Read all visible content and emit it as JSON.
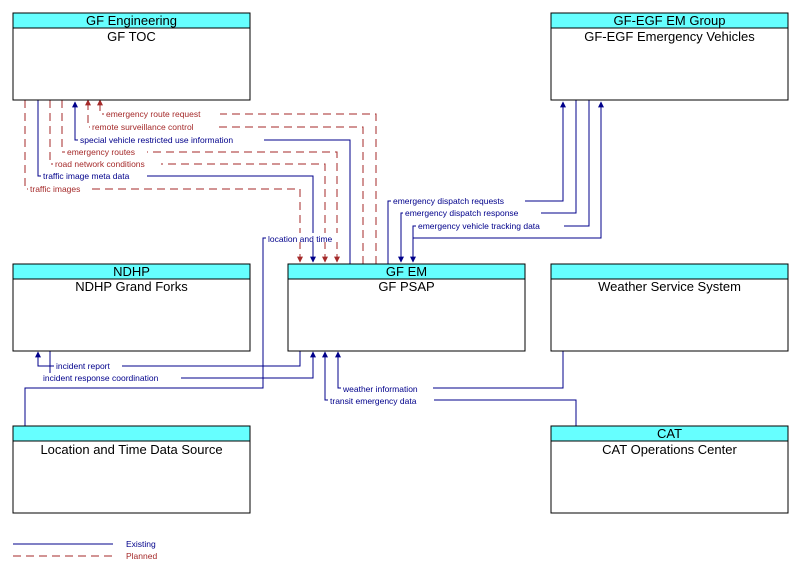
{
  "boxes": {
    "gf_toc": {
      "header": "GF Engineering",
      "name": "GF TOC"
    },
    "gf_egf": {
      "header": "GF-EGF EM Group",
      "name": "GF-EGF Emergency Vehicles"
    },
    "ndhp": {
      "header": "NDHP",
      "name": "NDHP Grand Forks"
    },
    "gf_psap": {
      "header": "GF EM",
      "name": "GF PSAP"
    },
    "weather": {
      "header": "",
      "name": "Weather Service System"
    },
    "location": {
      "header": "",
      "name": "Location and Time Data Source"
    },
    "cat": {
      "header": "CAT",
      "name": "CAT Operations Center"
    }
  },
  "flows": {
    "emergency_route_request": "emergency route request",
    "remote_surveillance_control": "remote surveillance control",
    "special_vehicle_restricted_use_information": "special vehicle restricted use information",
    "emergency_routes": "emergency routes",
    "road_network_conditions": "road network conditions",
    "traffic_image_meta_data": "traffic image meta data",
    "traffic_images": "traffic images",
    "emergency_dispatch_requests": "emergency dispatch requests",
    "emergency_dispatch_response": "emergency dispatch response",
    "emergency_vehicle_tracking_data": "emergency vehicle tracking data",
    "location_and_time": "location and time",
    "incident_report": "incident report",
    "incident_response_coordination": "incident response coordination",
    "weather_information": "weather information",
    "transit_emergency_data": "transit emergency data"
  },
  "legend": {
    "existing": "Existing",
    "planned": "Planned"
  },
  "colors": {
    "header_fill": "#66ffff",
    "existing": "#00008b",
    "planned": "#a52a2a",
    "box_border": "#000000"
  }
}
